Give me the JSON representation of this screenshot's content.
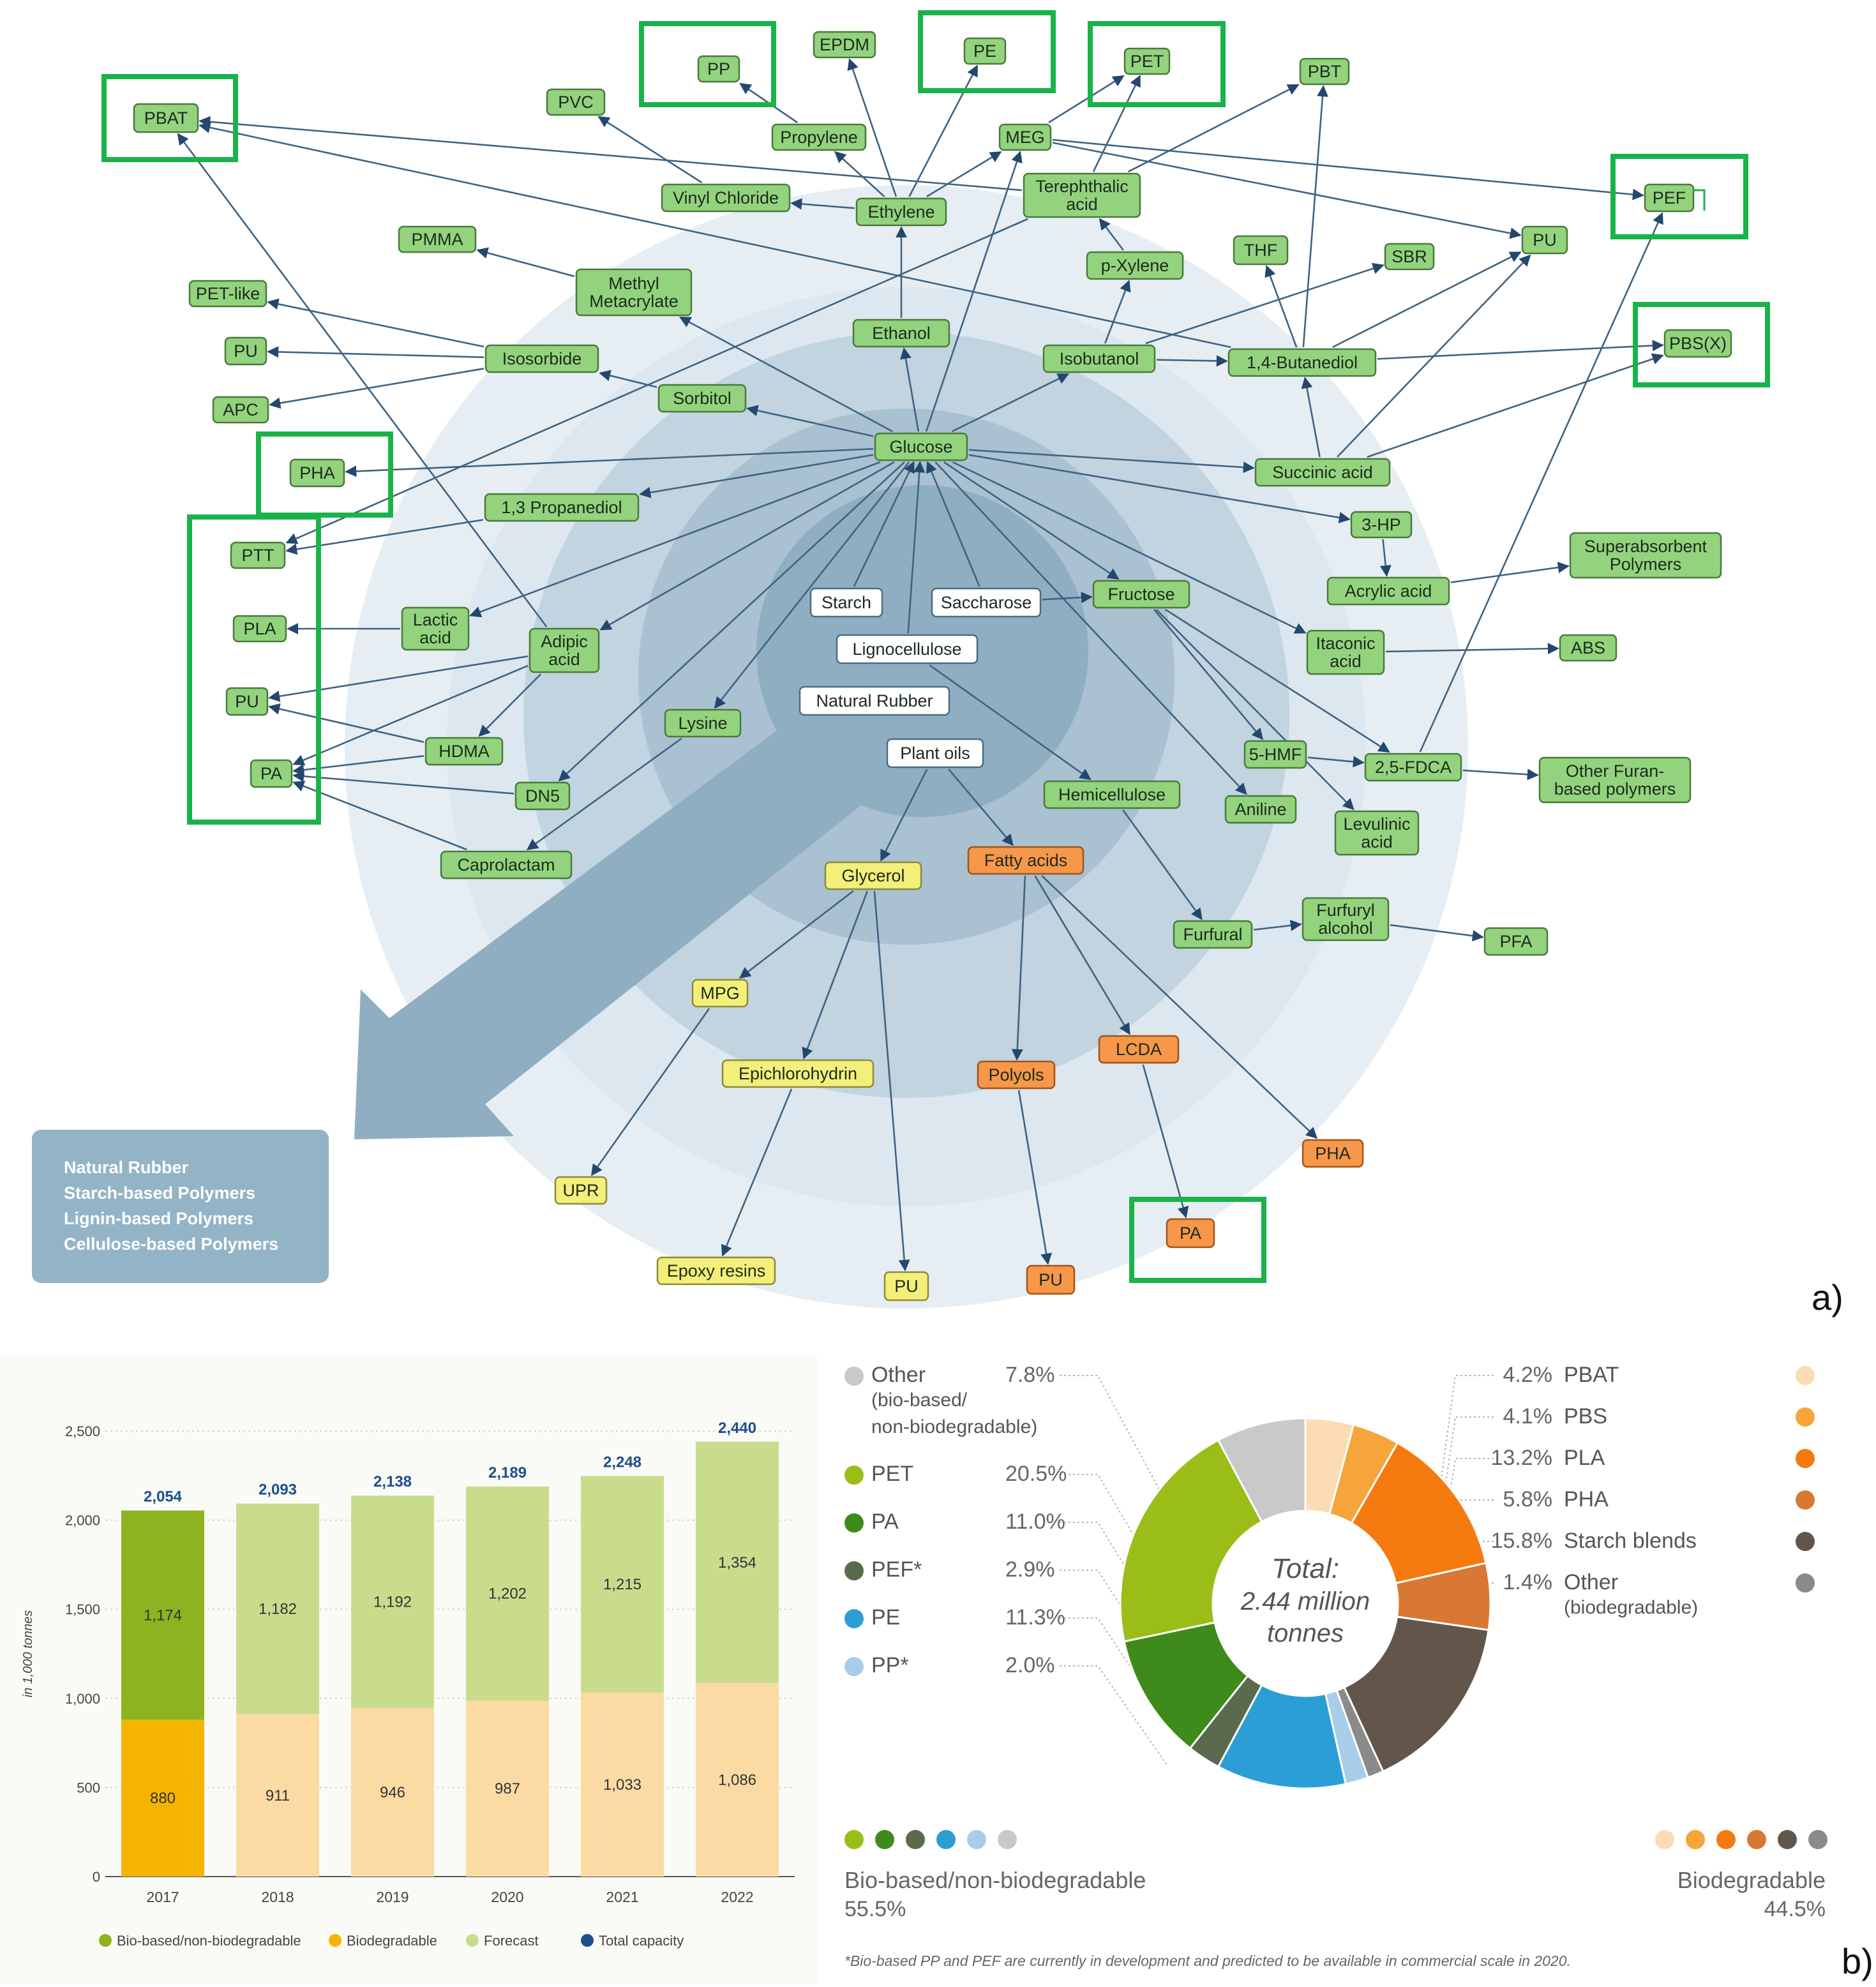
{
  "panel_labels": {
    "a": "a)",
    "b": "b)"
  },
  "diagram": {
    "legend_lines": [
      "Natural Rubber",
      "Starch-based Polymers",
      "Lignin-based Polymers",
      "Cellulose-based Polymers"
    ],
    "nodes": [
      {
        "id": "pbat",
        "text": [
          "PBAT"
        ],
        "kind": "green",
        "highlight": true
      },
      {
        "id": "pp",
        "text": [
          "PP"
        ],
        "kind": "green",
        "highlight": true
      },
      {
        "id": "epdm",
        "text": [
          "EPDM"
        ],
        "kind": "green"
      },
      {
        "id": "pe",
        "text": [
          "PE"
        ],
        "kind": "green",
        "highlight": true
      },
      {
        "id": "pet",
        "text": [
          "PET"
        ],
        "kind": "green",
        "highlight": true
      },
      {
        "id": "pbt",
        "text": [
          "PBT"
        ],
        "kind": "green"
      },
      {
        "id": "pvc",
        "text": [
          "PVC"
        ],
        "kind": "green"
      },
      {
        "id": "propylene",
        "text": [
          "Propylene"
        ],
        "kind": "green"
      },
      {
        "id": "meg",
        "text": [
          "MEG"
        ],
        "kind": "green"
      },
      {
        "id": "pef",
        "text": [
          "PEF"
        ],
        "kind": "green",
        "highlight": true
      },
      {
        "id": "vinyl",
        "text": [
          "Vinyl Chloride"
        ],
        "kind": "green"
      },
      {
        "id": "ethylene",
        "text": [
          "Ethylene"
        ],
        "kind": "green"
      },
      {
        "id": "tpa",
        "text": [
          "Terephthalic",
          "acid"
        ],
        "kind": "green"
      },
      {
        "id": "pmma",
        "text": [
          "PMMA"
        ],
        "kind": "green"
      },
      {
        "id": "pu_r",
        "text": [
          "PU"
        ],
        "kind": "green"
      },
      {
        "id": "thf",
        "text": [
          "THF"
        ],
        "kind": "green"
      },
      {
        "id": "sbr",
        "text": [
          "SBR"
        ],
        "kind": "green"
      },
      {
        "id": "pxylene",
        "text": [
          "p-Xylene"
        ],
        "kind": "green"
      },
      {
        "id": "methyl",
        "text": [
          "Methyl",
          "Metacrylate"
        ],
        "kind": "green"
      },
      {
        "id": "petlike",
        "text": [
          "PET-like"
        ],
        "kind": "green"
      },
      {
        "id": "pu_l1",
        "text": [
          "PU"
        ],
        "kind": "green"
      },
      {
        "id": "isosorbide",
        "text": [
          "Isosorbide"
        ],
        "kind": "green"
      },
      {
        "id": "ethanol",
        "text": [
          "Ethanol"
        ],
        "kind": "green"
      },
      {
        "id": "isobutanol",
        "text": [
          "Isobutanol"
        ],
        "kind": "green"
      },
      {
        "id": "butanediol",
        "text": [
          "1,4-Butanediol"
        ],
        "kind": "green"
      },
      {
        "id": "pbsx",
        "text": [
          "PBS(X)"
        ],
        "kind": "green",
        "highlight": true
      },
      {
        "id": "apc",
        "text": [
          "APC"
        ],
        "kind": "green"
      },
      {
        "id": "sorbitol",
        "text": [
          "Sorbitol"
        ],
        "kind": "green"
      },
      {
        "id": "glucose",
        "text": [
          "Glucose"
        ],
        "kind": "green"
      },
      {
        "id": "pha_l",
        "text": [
          "PHA"
        ],
        "kind": "green",
        "highlight": true
      },
      {
        "id": "succinic",
        "text": [
          "Succinic acid"
        ],
        "kind": "green"
      },
      {
        "id": "propanediol",
        "text": [
          "1,3 Propanediol"
        ],
        "kind": "green"
      },
      {
        "id": "hp3",
        "text": [
          "3-HP"
        ],
        "kind": "green"
      },
      {
        "id": "ptt",
        "text": [
          "PTT"
        ],
        "kind": "green"
      },
      {
        "id": "superabs",
        "text": [
          "Superabsorbent",
          "Polymers"
        ],
        "kind": "green"
      },
      {
        "id": "acrylic",
        "text": [
          "Acrylic acid"
        ],
        "kind": "green"
      },
      {
        "id": "starch",
        "text": [
          "Starch"
        ],
        "kind": "white"
      },
      {
        "id": "saccharose",
        "text": [
          "Saccharose"
        ],
        "kind": "white"
      },
      {
        "id": "fructose",
        "text": [
          "Fructose"
        ],
        "kind": "green"
      },
      {
        "id": "lactic",
        "text": [
          "Lactic",
          "acid"
        ],
        "kind": "green"
      },
      {
        "id": "pla",
        "text": [
          "PLA"
        ],
        "kind": "green"
      },
      {
        "id": "adipic",
        "text": [
          "Adipic",
          "acid"
        ],
        "kind": "green"
      },
      {
        "id": "ligno",
        "text": [
          "Lignocellulose"
        ],
        "kind": "white"
      },
      {
        "id": "itaconic",
        "text": [
          "Itaconic",
          "acid"
        ],
        "kind": "green"
      },
      {
        "id": "abs",
        "text": [
          "ABS"
        ],
        "kind": "green"
      },
      {
        "id": "pu_l2",
        "text": [
          "PU"
        ],
        "kind": "green"
      },
      {
        "id": "natrubber",
        "text": [
          "Natural Rubber"
        ],
        "kind": "white"
      },
      {
        "id": "lysine",
        "text": [
          "Lysine"
        ],
        "kind": "green"
      },
      {
        "id": "hdma",
        "text": [
          "HDMA"
        ],
        "kind": "green"
      },
      {
        "id": "plantoils",
        "text": [
          "Plant oils"
        ],
        "kind": "white"
      },
      {
        "id": "hmf",
        "text": [
          "5-HMF"
        ],
        "kind": "green"
      },
      {
        "id": "fdca",
        "text": [
          "2,5-FDCA"
        ],
        "kind": "green"
      },
      {
        "id": "otherfuran",
        "text": [
          "Other Furan-",
          "based polymers"
        ],
        "kind": "green"
      },
      {
        "id": "pa_l",
        "text": [
          "PA"
        ],
        "kind": "green"
      },
      {
        "id": "hemicell",
        "text": [
          "Hemicellulose"
        ],
        "kind": "green"
      },
      {
        "id": "aniline",
        "text": [
          "Aniline"
        ],
        "kind": "green"
      },
      {
        "id": "dn5",
        "text": [
          "DN5"
        ],
        "kind": "green"
      },
      {
        "id": "levulinic",
        "text": [
          "Levulinic",
          "acid"
        ],
        "kind": "green"
      },
      {
        "id": "caprolactam",
        "text": [
          "Caprolactam"
        ],
        "kind": "green"
      },
      {
        "id": "fatty",
        "text": [
          "Fatty acids"
        ],
        "kind": "orange"
      },
      {
        "id": "glycerol",
        "text": [
          "Glycerol"
        ],
        "kind": "yellow"
      },
      {
        "id": "furfural",
        "text": [
          "Furfural"
        ],
        "kind": "green"
      },
      {
        "id": "furfuryl",
        "text": [
          "Furfuryl",
          "alcohol"
        ],
        "kind": "green"
      },
      {
        "id": "pfa",
        "text": [
          "PFA"
        ],
        "kind": "green"
      },
      {
        "id": "mpg",
        "text": [
          "MPG"
        ],
        "kind": "yellow"
      },
      {
        "id": "lcda",
        "text": [
          "LCDA"
        ],
        "kind": "orange"
      },
      {
        "id": "epichloro",
        "text": [
          "Epichlorohydrin"
        ],
        "kind": "yellow"
      },
      {
        "id": "polyols",
        "text": [
          "Polyols"
        ],
        "kind": "orange"
      },
      {
        "id": "pha_r",
        "text": [
          "PHA"
        ],
        "kind": "orange"
      },
      {
        "id": "upr",
        "text": [
          "UPR"
        ],
        "kind": "yellow"
      },
      {
        "id": "pa_o",
        "text": [
          "PA"
        ],
        "kind": "orange",
        "highlight": true
      },
      {
        "id": "epoxy",
        "text": [
          "Epoxy resins"
        ],
        "kind": "yellow"
      },
      {
        "id": "pu_y",
        "text": [
          "PU"
        ],
        "kind": "yellow"
      },
      {
        "id": "pu_o",
        "text": [
          "PU"
        ],
        "kind": "orange"
      }
    ],
    "edges": [
      [
        "propylene",
        "pp"
      ],
      [
        "ethylene",
        "epdm"
      ],
      [
        "ethylene",
        "pe"
      ],
      [
        "ethylene",
        "propylene"
      ],
      [
        "ethylene",
        "meg"
      ],
      [
        "vinyl",
        "pvc"
      ],
      [
        "ethylene",
        "vinyl"
      ],
      [
        "tpa",
        "pet"
      ],
      [
        "meg",
        "pet"
      ],
      [
        "tpa",
        "pbat"
      ],
      [
        "butanediol",
        "pbat"
      ],
      [
        "adipic",
        "pbat"
      ],
      [
        "meg",
        "pef"
      ],
      [
        "meg",
        "pu_r"
      ],
      [
        "tpa",
        "pbt"
      ],
      [
        "butanediol",
        "pbt"
      ],
      [
        "butanediol",
        "thf"
      ],
      [
        "butanediol",
        "pu_r"
      ],
      [
        "succinic",
        "pu_r"
      ],
      [
        "isobutanol",
        "sbr"
      ],
      [
        "pxylene",
        "tpa"
      ],
      [
        "isobutanol",
        "pxylene"
      ],
      [
        "isobutanol",
        "butanediol"
      ],
      [
        "butanediol",
        "pbsx"
      ],
      [
        "succinic",
        "pbsx"
      ],
      [
        "succinic",
        "butanediol"
      ],
      [
        "methyl",
        "pmma"
      ],
      [
        "glucose",
        "methyl"
      ],
      [
        "isosorbide",
        "petlike"
      ],
      [
        "isosorbide",
        "pu_l1"
      ],
      [
        "isosorbide",
        "apc"
      ],
      [
        "sorbitol",
        "isosorbide"
      ],
      [
        "glucose",
        "sorbitol"
      ],
      [
        "ethanol",
        "ethylene"
      ],
      [
        "glucose",
        "ethanol"
      ],
      [
        "glucose",
        "isobutanol"
      ],
      [
        "glucose",
        "meg"
      ],
      [
        "glucose",
        "pha_l"
      ],
      [
        "glucose",
        "succinic"
      ],
      [
        "glucose",
        "propanediol"
      ],
      [
        "glucose",
        "hp3"
      ],
      [
        "glucose",
        "lactic"
      ],
      [
        "glucose",
        "adipic"
      ],
      [
        "glucose",
        "lysine"
      ],
      [
        "glucose",
        "dn5"
      ],
      [
        "glucose",
        "itaconic"
      ],
      [
        "glucose",
        "fructose"
      ],
      [
        "glucose",
        "aniline"
      ],
      [
        "propanediol",
        "ptt"
      ],
      [
        "tpa",
        "ptt"
      ],
      [
        "hp3",
        "acrylic"
      ],
      [
        "acrylic",
        "superabs"
      ],
      [
        "itaconic",
        "abs"
      ],
      [
        "lactic",
        "pla"
      ],
      [
        "adipic",
        "pu_l2"
      ],
      [
        "adipic",
        "hdma"
      ],
      [
        "adipic",
        "pa_l"
      ],
      [
        "hdma",
        "pu_l2"
      ],
      [
        "hdma",
        "pa_l"
      ],
      [
        "dn5",
        "pa_l"
      ],
      [
        "caprolactam",
        "pa_l"
      ],
      [
        "lysine",
        "caprolactam"
      ],
      [
        "fructose",
        "hmf"
      ],
      [
        "fructose",
        "fdca"
      ],
      [
        "fructose",
        "levulinic"
      ],
      [
        "hmf",
        "fdca"
      ],
      [
        "fdca",
        "otherfuran"
      ],
      [
        "fdca",
        "pef"
      ],
      [
        "saccharose",
        "fructose"
      ],
      [
        "starch",
        "glucose"
      ],
      [
        "saccharose",
        "glucose"
      ],
      [
        "ligno",
        "glucose"
      ],
      [
        "ligno",
        "hemicell"
      ],
      [
        "hemicell",
        "furfural"
      ],
      [
        "furfural",
        "furfuryl"
      ],
      [
        "furfuryl",
        "pfa"
      ],
      [
        "plantoils",
        "glycerol"
      ],
      [
        "plantoils",
        "fatty"
      ],
      [
        "glycerol",
        "mpg"
      ],
      [
        "glycerol",
        "epichloro"
      ],
      [
        "glycerol",
        "pu_y"
      ],
      [
        "mpg",
        "upr"
      ],
      [
        "epichloro",
        "epoxy"
      ],
      [
        "fatty",
        "polyols"
      ],
      [
        "fatty",
        "lcda"
      ],
      [
        "fatty",
        "pha_r"
      ],
      [
        "polyols",
        "pu_o"
      ],
      [
        "lcda",
        "pa_o"
      ]
    ]
  },
  "chart_data": [
    {
      "type": "bar",
      "ylabel": "in 1,000 tonnes",
      "ylim": [
        0,
        2500
      ],
      "yticks": [
        "0",
        "500",
        "1,000",
        "1,500",
        "2,000",
        "2,500"
      ],
      "categories": [
        "2017",
        "2018",
        "2019",
        "2020",
        "2021",
        "2022"
      ],
      "series": [
        {
          "name": "Biodegradable",
          "values": [
            880,
            911,
            946,
            987,
            1033,
            1086
          ],
          "labels": [
            "880",
            "911",
            "946",
            "987",
            "1,033",
            "1,086"
          ]
        },
        {
          "name": "Bio-based/non-biodegradable",
          "values": [
            1174,
            1182,
            1192,
            1202,
            1215,
            1354
          ],
          "labels": [
            "1,174",
            "1,182",
            "1,192",
            "1,202",
            "1,215",
            "1,354"
          ]
        }
      ],
      "totals": {
        "name": "Total capacity",
        "values": [
          2054,
          2093,
          2138,
          2189,
          2248,
          2440
        ],
        "labels": [
          "2,054",
          "2,093",
          "2,138",
          "2,189",
          "2,248",
          "2,440"
        ]
      },
      "forecast_from": "2018",
      "legend": [
        {
          "label": "Bio-based/non-biodegradable",
          "color": "#8db321"
        },
        {
          "label": "Biodegradable",
          "color": "#f5b400"
        },
        {
          "label": "Forecast",
          "color": "#c9dc8c"
        },
        {
          "label": "Total capacity",
          "color": "#1f4e8c"
        }
      ],
      "colors": {
        "bio_actual": "#8db321",
        "biodeg_actual": "#f5b400",
        "bio_forecast": "#c9dc8c",
        "biodeg_forecast": "#fbdba3",
        "total_label": "#1f4e8c"
      }
    },
    {
      "type": "pie",
      "center_text": [
        "Total:",
        "2.44 million",
        "tonnes"
      ],
      "slices": [
        {
          "name": "PBAT",
          "pct": "4.2%",
          "value": 4.2,
          "color": "#fbdcb4"
        },
        {
          "name": "PBS",
          "pct": "4.1%",
          "value": 4.1,
          "color": "#f5a53a"
        },
        {
          "name": "PLA",
          "pct": "13.2%",
          "value": 13.2,
          "color": "#f47a10"
        },
        {
          "name": "PHA",
          "pct": "5.8%",
          "value": 5.8,
          "color": "#d87834"
        },
        {
          "name": "Starch blends",
          "pct": "15.8%",
          "value": 15.8,
          "color": "#62554a"
        },
        {
          "name": "Other (biodegradable)",
          "pct": "1.4%",
          "value": 1.4,
          "color": "#8a8a8a"
        },
        {
          "name": "PP*",
          "pct": "2.0%",
          "value": 2.0,
          "color": "#a7cde9"
        },
        {
          "name": "PE",
          "pct": "11.3%",
          "value": 11.3,
          "color": "#2c9ed6"
        },
        {
          "name": "PEF*",
          "pct": "2.9%",
          "value": 2.9,
          "color": "#5a6b4d"
        },
        {
          "name": "PA",
          "pct": "11.0%",
          "value": 11.0,
          "color": "#3e8a1a"
        },
        {
          "name": "PET",
          "pct": "20.5%",
          "value": 20.5,
          "color": "#9bbd18"
        },
        {
          "name": "Other (bio-based/non-biodegradable)",
          "pct": "7.8%",
          "value": 7.8,
          "color": "#c9c9c9"
        }
      ],
      "legend_left": [
        {
          "lines": [
            "Other",
            "(bio-based/",
            "non-biodegradable)"
          ],
          "pct": "7.8%",
          "color": "#c9c9c9"
        },
        {
          "lines": [
            "PET"
          ],
          "pct": "20.5%",
          "color": "#9bbd18"
        },
        {
          "lines": [
            "PA"
          ],
          "pct": "11.0%",
          "color": "#3e8a1a"
        },
        {
          "lines": [
            "PEF*"
          ],
          "pct": "2.9%",
          "color": "#5a6b4d"
        },
        {
          "lines": [
            "PE"
          ],
          "pct": "11.3%",
          "color": "#2c9ed6"
        },
        {
          "lines": [
            "PP*"
          ],
          "pct": "2.0%",
          "color": "#a7cde9"
        }
      ],
      "legend_right": [
        {
          "lines": [
            "PBAT"
          ],
          "pct": "4.2%",
          "color": "#fbdcb4"
        },
        {
          "lines": [
            "PBS"
          ],
          "pct": "4.1%",
          "color": "#f5a53a"
        },
        {
          "lines": [
            "PLA"
          ],
          "pct": "13.2%",
          "color": "#f47a10"
        },
        {
          "lines": [
            "PHA"
          ],
          "pct": "5.8%",
          "color": "#d87834"
        },
        {
          "lines": [
            "Starch blends"
          ],
          "pct": "15.8%",
          "color": "#62554a"
        },
        {
          "lines": [
            "Other",
            "(biodegradable)"
          ],
          "pct": "1.4%",
          "color": "#8a8a8a"
        }
      ],
      "group_left": {
        "label": "Bio-based/non-biodegradable",
        "pct": "55.5%",
        "dots": [
          "#9bbd18",
          "#3e8a1a",
          "#5a6b4d",
          "#2c9ed6",
          "#a7cde9",
          "#c9c9c9"
        ]
      },
      "group_right": {
        "label": "Biodegradable",
        "pct": "44.5%",
        "dots": [
          "#fbdcb4",
          "#f5a53a",
          "#f47a10",
          "#d87834",
          "#62554a",
          "#8a8a8a"
        ]
      },
      "footnote": "*Bio-based PP and PEF are currently in development and predicted to be available in commercial scale in 2020."
    }
  ]
}
